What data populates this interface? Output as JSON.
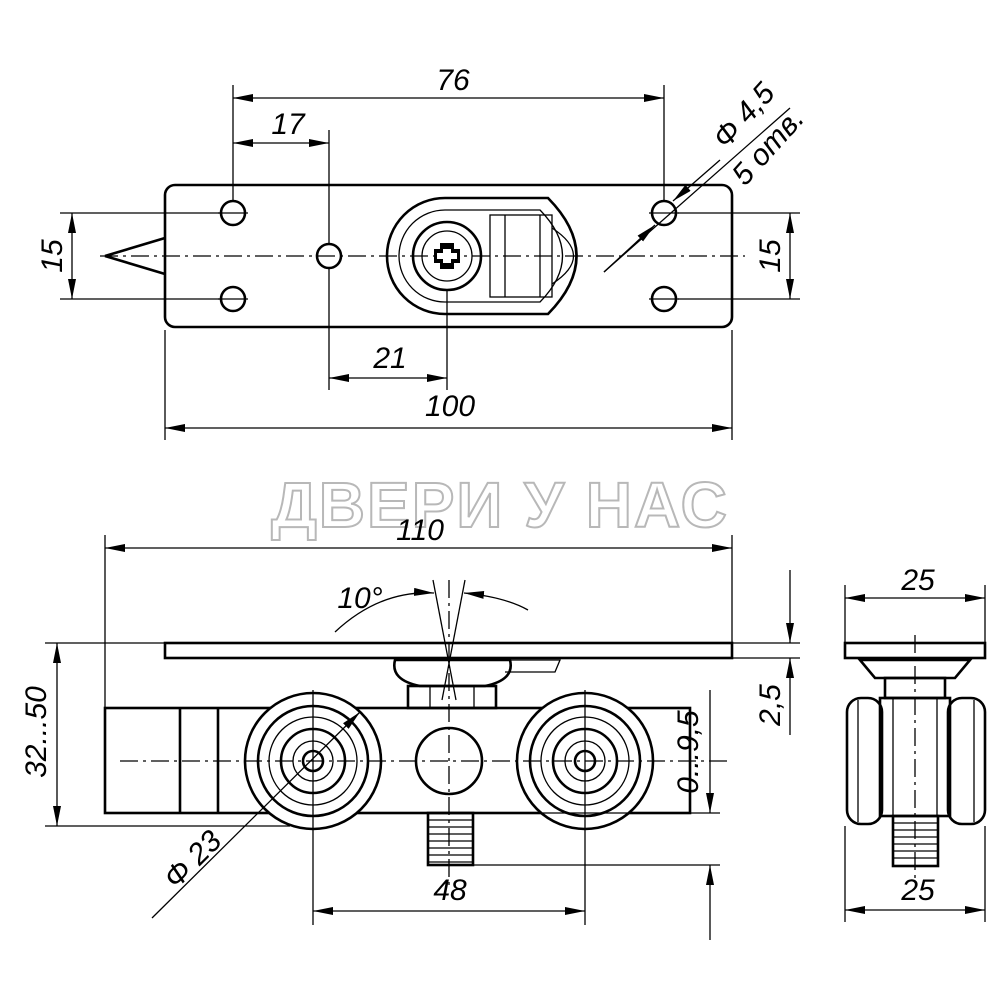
{
  "top_view": {
    "dim_76": "76",
    "dim_17": "17",
    "dim_holes": "Φ 4,5",
    "dim_holes_count": "5 отв.",
    "dim_15_left": "15",
    "dim_15_right": "15",
    "dim_21": "21",
    "dim_100": "100"
  },
  "watermark": "ДВЕРИ У НАС",
  "front_view": {
    "dim_110": "110",
    "dim_angle": "10°",
    "dim_height": "32...50",
    "dim_diameter": "Φ 23",
    "dim_48": "48",
    "dim_adjust": "0...9,5",
    "dim_plate": "2,5"
  },
  "side_view": {
    "dim_top_25": "25",
    "dim_bottom_25": "25"
  }
}
